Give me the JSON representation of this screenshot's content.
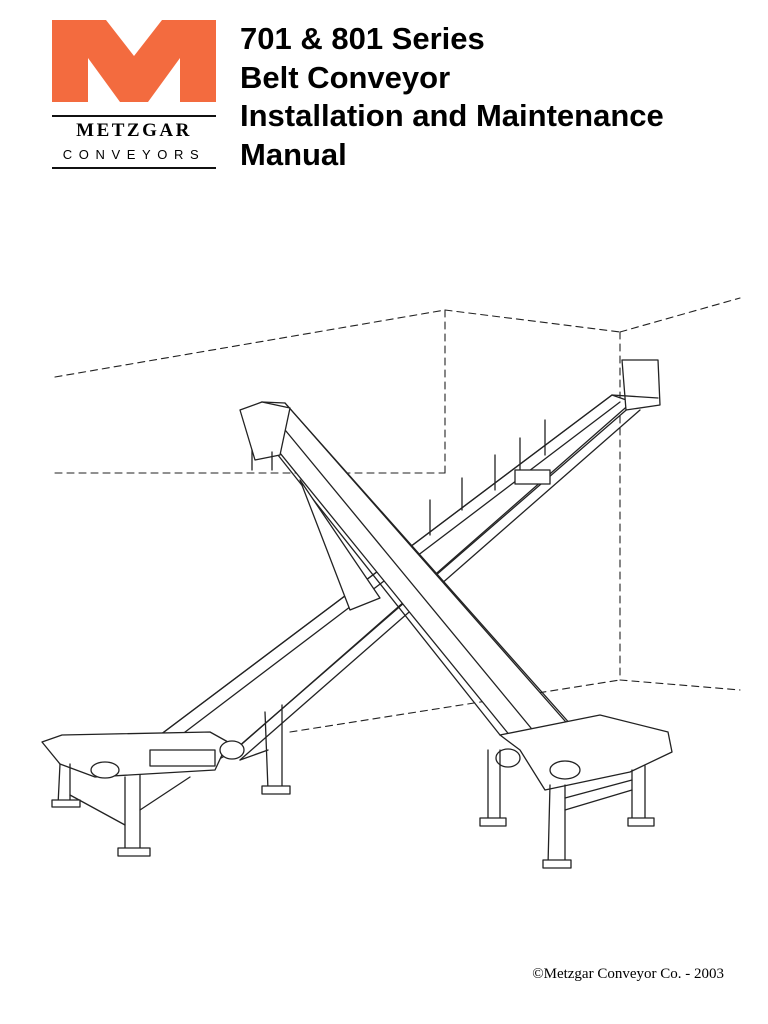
{
  "logo": {
    "brand": "METZGAR",
    "sub": "CONVEYORS",
    "color": "#f36b3f"
  },
  "title": {
    "line1": "701 & 801 Series",
    "line2": "Belt Conveyor",
    "line3": "Installation and Maintenance",
    "line4": "Manual"
  },
  "copyright": {
    "symbol": "©",
    "text": "Metzgar Conveyor Co. - 2003"
  }
}
